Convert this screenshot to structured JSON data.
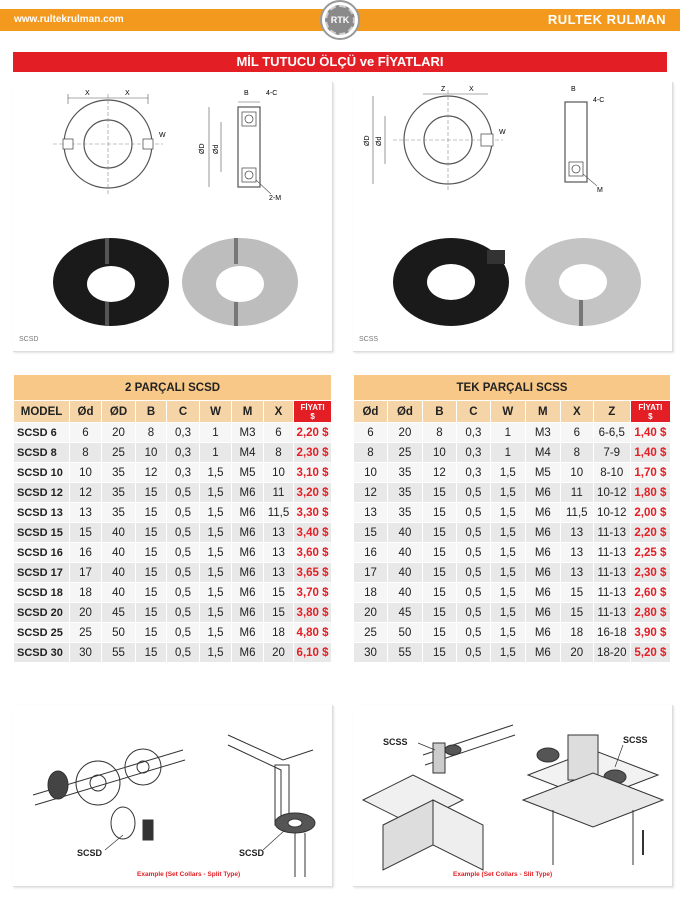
{
  "header": {
    "url": "www.rultekrulman.com",
    "brand": "RULTEK RULMAN",
    "logo": "RTK",
    "title": "MİL TUTUCU ÖLÇÜ ve FİYATLARI"
  },
  "colors": {
    "orange": "#f39a1e",
    "red": "#e31e24"
  },
  "diagrams": {
    "left_tag": "SCSD",
    "right_tag": "SCSS",
    "left_labels": {
      "x1": "X",
      "x2": "X",
      "b": "B",
      "c": "4-C",
      "w": "W",
      "od1": "ØD",
      "od2": "Ød",
      "m": "2-M"
    },
    "right_labels": {
      "z": "Z",
      "x": "X",
      "b": "B",
      "c": "4-C",
      "w": "W",
      "od1": "ØD",
      "od2": "Ød",
      "m": "M"
    }
  },
  "scsd_table": {
    "title": "2 PARÇALI SCSD",
    "columns": [
      "MODEL",
      "Ød",
      "ØD",
      "B",
      "C",
      "W",
      "M",
      "X"
    ],
    "price_header": [
      "FİYATI",
      "$"
    ],
    "rows": [
      [
        "SCSD 6",
        "6",
        "20",
        "8",
        "0,3",
        "1",
        "M3",
        "6",
        "2,20 $"
      ],
      [
        "SCSD 8",
        "8",
        "25",
        "10",
        "0,3",
        "1",
        "M4",
        "8",
        "2,30 $"
      ],
      [
        "SCSD 10",
        "10",
        "35",
        "12",
        "0,3",
        "1,5",
        "M5",
        "10",
        "3,10 $"
      ],
      [
        "SCSD 12",
        "12",
        "35",
        "15",
        "0,5",
        "1,5",
        "M6",
        "11",
        "3,20 $"
      ],
      [
        "SCSD 13",
        "13",
        "35",
        "15",
        "0,5",
        "1,5",
        "M6",
        "11,5",
        "3,30 $"
      ],
      [
        "SCSD 15",
        "15",
        "40",
        "15",
        "0,5",
        "1,5",
        "M6",
        "13",
        "3,40 $"
      ],
      [
        "SCSD 16",
        "16",
        "40",
        "15",
        "0,5",
        "1,5",
        "M6",
        "13",
        "3,60 $"
      ],
      [
        "SCSD 17",
        "17",
        "40",
        "15",
        "0,5",
        "1,5",
        "M6",
        "13",
        "3,65 $"
      ],
      [
        "SCSD 18",
        "18",
        "40",
        "15",
        "0,5",
        "1,5",
        "M6",
        "15",
        "3,70 $"
      ],
      [
        "SCSD 20",
        "20",
        "45",
        "15",
        "0,5",
        "1,5",
        "M6",
        "15",
        "3,80 $"
      ],
      [
        "SCSD 25",
        "25",
        "50",
        "15",
        "0,5",
        "1,5",
        "M6",
        "18",
        "4,80 $"
      ],
      [
        "SCSD 30",
        "30",
        "55",
        "15",
        "0,5",
        "1,5",
        "M6",
        "20",
        "6,10 $"
      ]
    ]
  },
  "scss_table": {
    "title": "TEK PARÇALI SCSS",
    "columns": [
      "Ød",
      "Ød",
      "B",
      "C",
      "W",
      "M",
      "X",
      "Z"
    ],
    "price_header": [
      "FİYATI",
      "$"
    ],
    "rows": [
      [
        "6",
        "20",
        "8",
        "0,3",
        "1",
        "M3",
        "6",
        "6-6,5",
        "1,40 $"
      ],
      [
        "8",
        "25",
        "10",
        "0,3",
        "1",
        "M4",
        "8",
        "7-9",
        "1,40 $"
      ],
      [
        "10",
        "35",
        "12",
        "0,3",
        "1,5",
        "M5",
        "10",
        "8-10",
        "1,70 $"
      ],
      [
        "12",
        "35",
        "15",
        "0,5",
        "1,5",
        "M6",
        "11",
        "10-12",
        "1,80 $"
      ],
      [
        "13",
        "35",
        "15",
        "0,5",
        "1,5",
        "M6",
        "11,5",
        "10-12",
        "2,00 $"
      ],
      [
        "15",
        "40",
        "15",
        "0,5",
        "1,5",
        "M6",
        "13",
        "11-13",
        "2,20 $"
      ],
      [
        "16",
        "40",
        "15",
        "0,5",
        "1,5",
        "M6",
        "13",
        "11-13",
        "2,25 $"
      ],
      [
        "17",
        "40",
        "15",
        "0,5",
        "1,5",
        "M6",
        "13",
        "11-13",
        "2,30 $"
      ],
      [
        "18",
        "40",
        "15",
        "0,5",
        "1,5",
        "M6",
        "15",
        "11-13",
        "2,60 $"
      ],
      [
        "20",
        "45",
        "15",
        "0,5",
        "1,5",
        "M6",
        "15",
        "11-13",
        "2,80 $"
      ],
      [
        "25",
        "50",
        "15",
        "0,5",
        "1,5",
        "M6",
        "18",
        "16-18",
        "3,90 $"
      ],
      [
        "30",
        "55",
        "15",
        "0,5",
        "1,5",
        "M6",
        "20",
        "18-20",
        "5,20 $"
      ]
    ]
  },
  "examples": {
    "left_label": "SCSD",
    "left_label2": "SCSD",
    "left_caption": "Example (Set Collars - Split Type)",
    "right_label": "SCSS",
    "right_label2": "SCSS",
    "right_caption": "Example (Set Collars - Slit Type)"
  }
}
